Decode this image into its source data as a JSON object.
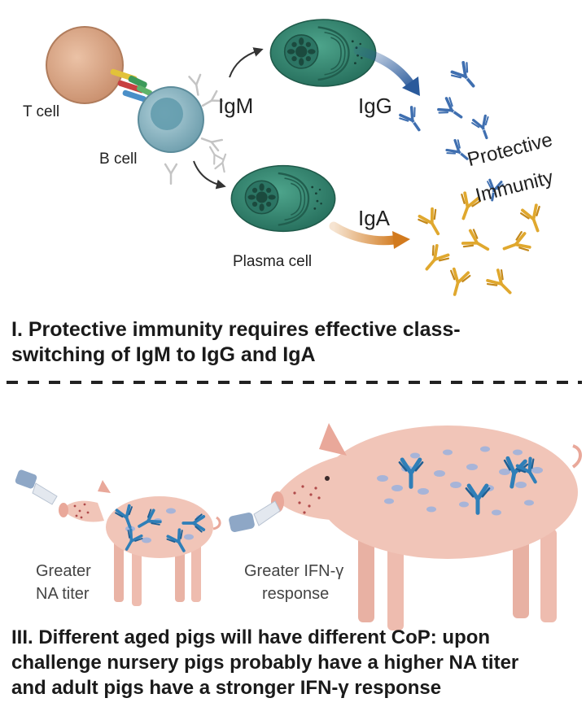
{
  "top_panel": {
    "labels": {
      "t_cell": "T cell",
      "b_cell": "B cell",
      "igm": "IgM",
      "igg": "IgG",
      "iga": "IgA",
      "plasma_cell": "Plasma cell",
      "protective": "Protective",
      "immunity": "Immunity"
    },
    "caption": {
      "line1": "I. Protective immunity requires effective class-",
      "line2": "switching of IgM to IgG and IgA"
    }
  },
  "bottom_panel": {
    "labels": {
      "greater_na_1": "Greater",
      "greater_na_2": "NA titer",
      "greater_ifn_1": "Greater IFN-γ",
      "greater_ifn_2": "response"
    },
    "caption": {
      "line1": "III. Different aged pigs will have different CoP: upon",
      "line2": "challenge nursery pigs probably have a higher NA titer",
      "line3": "and adult pigs have a stronger IFN-γ response"
    }
  },
  "colors": {
    "t_cell": "#d9a98a",
    "b_cell": "#8fb8c4",
    "plasma_cell": "#2f8a73",
    "igg_antibody": "#3f6fb0",
    "iga_antibody": "#e0a82e",
    "igm_antibody": "#bfbfbf",
    "pig_skin": "#f1c5b8",
    "pig_antibody": "#2f7fb8"
  }
}
